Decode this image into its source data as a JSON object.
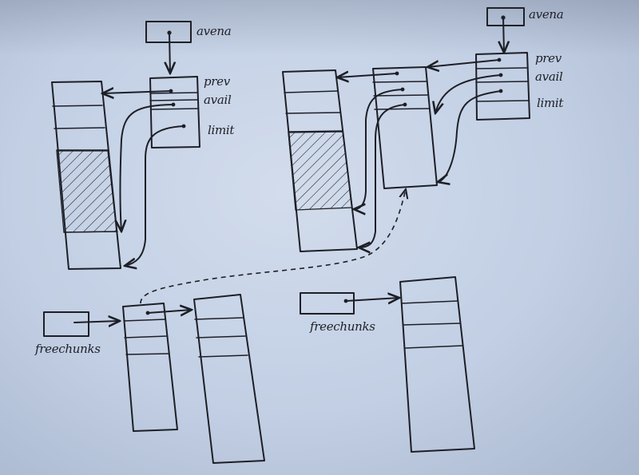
{
  "labels": {
    "arena": "avena",
    "prev": "prev",
    "avail": "avail",
    "limit": "limit",
    "freechunks": "freechunks"
  },
  "colors": {
    "ink": "#1d1f26",
    "paper": "#c8d3e7"
  }
}
